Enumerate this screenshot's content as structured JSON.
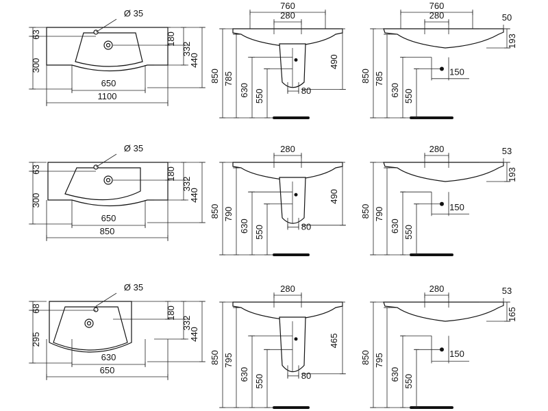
{
  "rows": [
    {
      "top": {
        "hole": "Ø 35",
        "tap_offset": "63",
        "front_depth": "300",
        "d180": "180",
        "d332": "332",
        "d440": "440",
        "bowl_width": "650",
        "total_width": "1100"
      },
      "front": {
        "w760": "760",
        "w280": "280",
        "h850": "850",
        "h_top": "785",
        "h630": "630",
        "h550": "550",
        "d_side": "490",
        "d80": "80"
      },
      "side": {
        "w760": "760",
        "w280": "280",
        "d_wall": "50",
        "d_depth": "193",
        "h850": "850",
        "h_top": "785",
        "h630": "630",
        "h550": "550",
        "d150": "150"
      }
    },
    {
      "top": {
        "hole": "Ø 35",
        "tap_offset": "63",
        "front_depth": "300",
        "d180": "180",
        "d332": "332",
        "d440": "440",
        "bowl_width": "650",
        "total_width": "850"
      },
      "front": {
        "w280": "280",
        "h850": "850",
        "h_top": "790",
        "h630": "630",
        "h550": "550",
        "d_side": "490",
        "d80": "80"
      },
      "side": {
        "w280": "280",
        "d_wall": "53",
        "d_depth": "193",
        "h850": "850",
        "h_top": "790",
        "h630": "630",
        "h550": "550",
        "d150": "150"
      }
    },
    {
      "top": {
        "hole": "Ø 35",
        "tap_offset": "68",
        "front_depth": "295",
        "d180": "180",
        "d332": "332",
        "d440": "440",
        "bowl_width": "630",
        "total_width": "650"
      },
      "front": {
        "w280": "280",
        "h850": "850",
        "h_top": "795",
        "h630": "630",
        "h550": "550",
        "d_side": "465",
        "d80": "80"
      },
      "side": {
        "w280": "280",
        "d_wall": "53",
        "d_depth": "165",
        "h850": "850",
        "h_top": "795",
        "h630": "630",
        "h550": "550",
        "d150": "150"
      }
    }
  ]
}
